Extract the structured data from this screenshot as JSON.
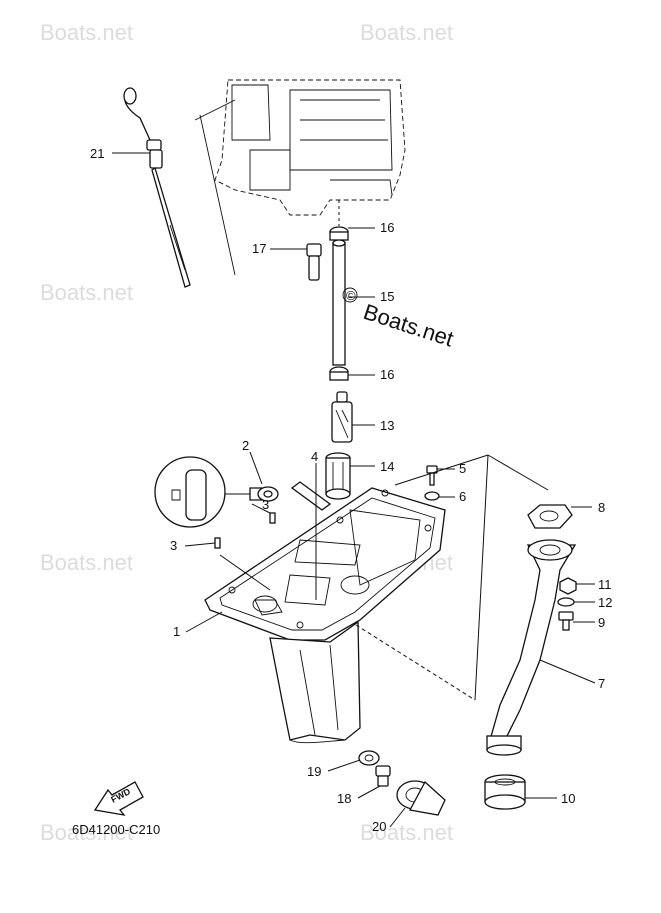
{
  "diagram_code": "6D41200-C210",
  "fwd_label": "FWD",
  "watermark_text": "Boats.net",
  "center_watermark": "Boats.net",
  "callouts": {
    "c1": "1",
    "c2": "2",
    "c3a": "3",
    "c3b": "3",
    "c4": "4",
    "c5": "5",
    "c6": "6",
    "c7": "7",
    "c8": "8",
    "c9": "9",
    "c10": "10",
    "c11": "11",
    "c12": "12",
    "c13": "13",
    "c14": "14",
    "c15": "15",
    "c16a": "16",
    "c16b": "16",
    "c17": "17",
    "c18": "18",
    "c19": "19",
    "c20": "20",
    "c21": "21"
  }
}
